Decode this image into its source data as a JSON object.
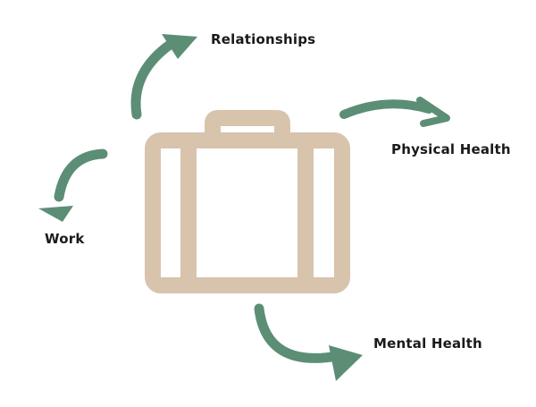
{
  "colors": {
    "briefcase": "#d8c3ad",
    "arrow": "#5c8e76",
    "text": "#1a1a1a",
    "background": "#ffffff"
  },
  "center": {
    "icon": "briefcase-icon"
  },
  "labels": {
    "relationships": "Relationships",
    "physical_health": "Physical Health",
    "work": "Work",
    "mental_health": "Mental Health"
  }
}
